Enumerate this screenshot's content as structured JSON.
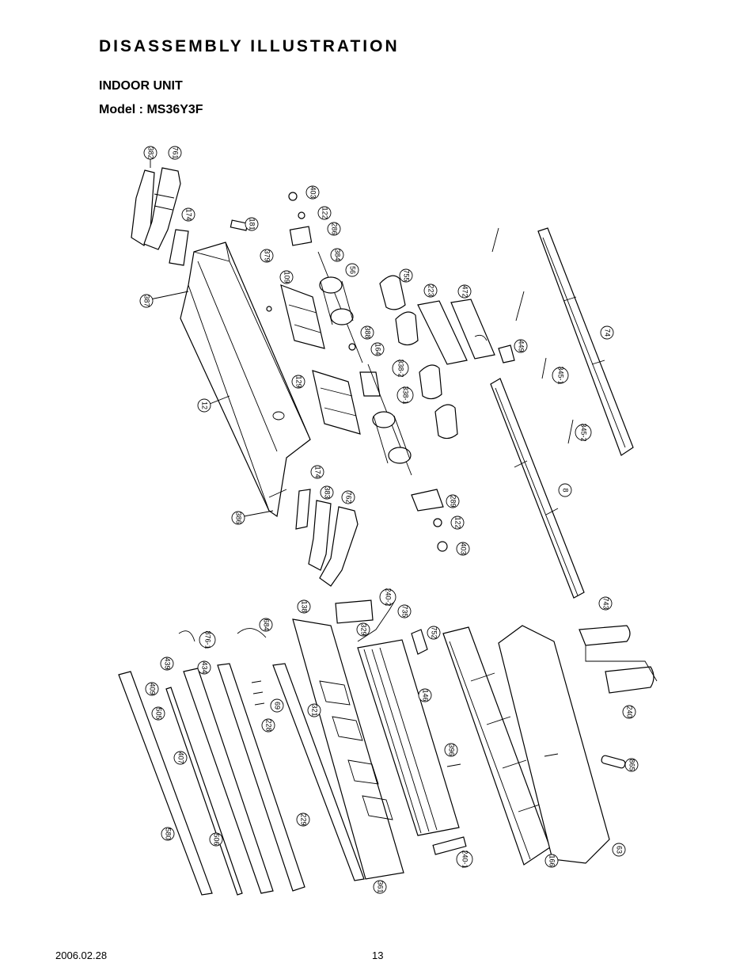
{
  "header": {
    "title": "DISASSEMBLY ILLUSTRATION",
    "section": "INDOOR  UNIT",
    "model": "Model : MS36Y3F"
  },
  "footer": {
    "date": "2006.02.28",
    "page": "13"
  },
  "callouts": [
    {
      "id": "c-382",
      "label": "382"
    },
    {
      "id": "c-761",
      "label": "761"
    },
    {
      "id": "c-174a",
      "label": "174"
    },
    {
      "id": "c-181",
      "label": "181"
    },
    {
      "id": "c-403a",
      "label": "403"
    },
    {
      "id": "c-122a",
      "label": "122"
    },
    {
      "id": "c-286",
      "label": "286"
    },
    {
      "id": "c-379",
      "label": "379"
    },
    {
      "id": "c-384",
      "label": "384"
    },
    {
      "id": "c-56",
      "label": "56"
    },
    {
      "id": "c-109",
      "label": "109"
    },
    {
      "id": "c-755",
      "label": "755"
    },
    {
      "id": "c-223",
      "label": "223"
    },
    {
      "id": "c-472",
      "label": "472"
    },
    {
      "id": "c-387",
      "label": "387"
    },
    {
      "id": "c-388",
      "label": "388"
    },
    {
      "id": "c-164",
      "label": "164"
    },
    {
      "id": "c-338-2",
      "label": "338-2"
    },
    {
      "id": "c-338-1",
      "label": "338-1"
    },
    {
      "id": "c-129",
      "label": "129"
    },
    {
      "id": "c-449",
      "label": "449"
    },
    {
      "id": "c-74",
      "label": "74"
    },
    {
      "id": "c-345-1",
      "label": "345-1"
    },
    {
      "id": "c-345-2",
      "label": "345-2"
    },
    {
      "id": "c-12",
      "label": "12"
    },
    {
      "id": "c-174b",
      "label": "174"
    },
    {
      "id": "c-383",
      "label": "383"
    },
    {
      "id": "c-762",
      "label": "762"
    },
    {
      "id": "c-289",
      "label": "289"
    },
    {
      "id": "c-8",
      "label": "8"
    },
    {
      "id": "c-122b",
      "label": "122"
    },
    {
      "id": "c-403b",
      "label": "403"
    },
    {
      "id": "c-386",
      "label": "386"
    },
    {
      "id": "c-138",
      "label": "138"
    },
    {
      "id": "c-240-2",
      "label": "240-2"
    },
    {
      "id": "c-735",
      "label": "735"
    },
    {
      "id": "c-329",
      "label": "329"
    },
    {
      "id": "c-752",
      "label": "752"
    },
    {
      "id": "c-684",
      "label": "684"
    },
    {
      "id": "c-876-1",
      "label": "876-1"
    },
    {
      "id": "c-743",
      "label": "743"
    },
    {
      "id": "c-439",
      "label": "439"
    },
    {
      "id": "c-434",
      "label": "434"
    },
    {
      "id": "c-409",
      "label": "409"
    },
    {
      "id": "c-69",
      "label": "69"
    },
    {
      "id": "c-146",
      "label": "146"
    },
    {
      "id": "c-505",
      "label": "505"
    },
    {
      "id": "c-228",
      "label": "228"
    },
    {
      "id": "c-321",
      "label": "321"
    },
    {
      "id": "c-240",
      "label": "240"
    },
    {
      "id": "c-407",
      "label": "407"
    },
    {
      "id": "c-396",
      "label": "396"
    },
    {
      "id": "c-865",
      "label": "865"
    },
    {
      "id": "c-229",
      "label": "229"
    },
    {
      "id": "c-580",
      "label": "580"
    },
    {
      "id": "c-506",
      "label": "506"
    },
    {
      "id": "c-63",
      "label": "63"
    },
    {
      "id": "c-240-1",
      "label": "240-1"
    },
    {
      "id": "c-166",
      "label": "166"
    },
    {
      "id": "c-361",
      "label": "361"
    }
  ]
}
